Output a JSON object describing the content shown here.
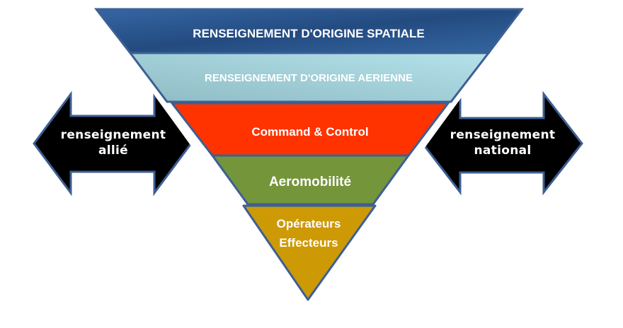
{
  "funnel": {
    "levels": [
      {
        "label": "RENSEIGNEMENT D'ORIGINE SPATIALE",
        "color": "#2b5389"
      },
      {
        "label": "RENSEIGNEMENT D'ORIGINE AERIENNE",
        "color": "#9fcbd3"
      },
      {
        "label": "Command & Control",
        "color": "#ff3300"
      },
      {
        "label": "Aeromobilité",
        "color": "#74953a"
      },
      {
        "label_line1": "Opérateurs",
        "label_line2": "Effecteurs",
        "color": "#cd9a06"
      }
    ],
    "outline_color": "#3d5f94"
  },
  "arrows": {
    "left": {
      "line1": "renseignement",
      "line2": "allié"
    },
    "right": {
      "line1": "renseignement",
      "line2": "national"
    },
    "fill": "#000000"
  }
}
